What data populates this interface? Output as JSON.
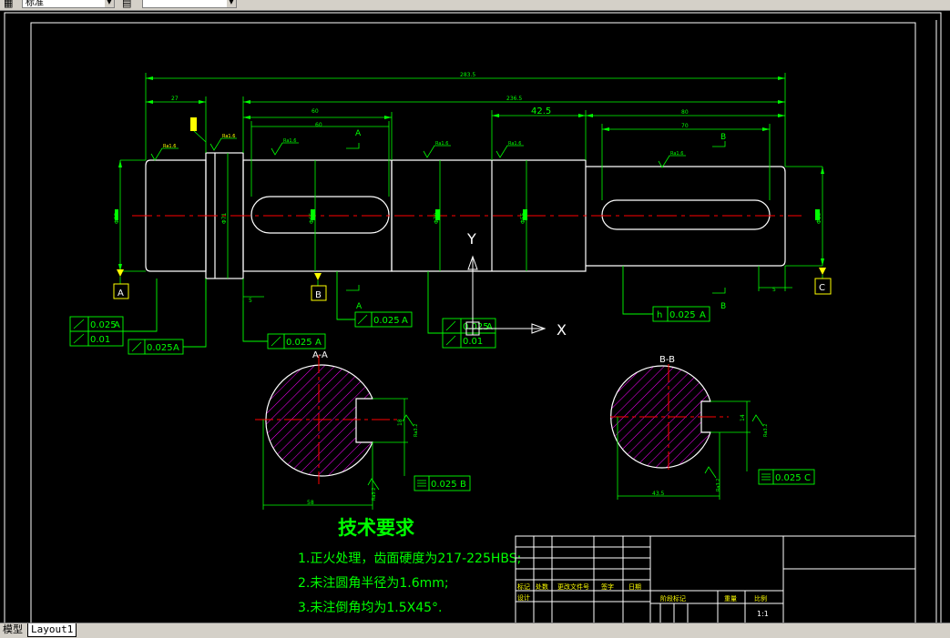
{
  "toolbar": {
    "layer_combo_value": "标准",
    "style_combo_value": ""
  },
  "tabs": [
    {
      "label": "模型"
    },
    {
      "label": "Layout1"
    }
  ],
  "dimensions": {
    "overall_length": "283.5",
    "seg1": "27",
    "right_len": "236.5",
    "left_key_span": "60",
    "left_key_len": "60",
    "right_dist": "42.5",
    "right_span": "80",
    "right_key_len": "70",
    "dia1": "Φ55",
    "dia2": "Φ71",
    "dia3": "Φ65",
    "dia4": "Φ70",
    "dia5": "Φ55",
    "dia6": "Φ50",
    "small_dim": "5",
    "chamfer": "5",
    "sec_a_width": "58",
    "sec_b_width": "43.5",
    "sec_a_depth": "18",
    "sec_b_depth": "14"
  },
  "roughness": {
    "r1": "Ra1.6",
    "r2": "Ra1.6",
    "r3": "Ra1.6",
    "r4": "Ra1.6",
    "r5": "Ra1.6",
    "r6": "Ra1.6",
    "r7": "Ra3.2",
    "r8": "Ra3.2",
    "r9": "Ra3.2",
    "r10": "Ra3.2"
  },
  "datums": {
    "a": "A",
    "b": "B",
    "c": "C"
  },
  "section_labels": {
    "a_top": "A",
    "a_bottom": "A",
    "b_top": "B",
    "b_bottom": "B",
    "aa": "A-A",
    "bb": "B-B"
  },
  "tolerances": {
    "runout_a": "0.025",
    "runout_a_ref": "A",
    "cyl_a": "0.01",
    "runout_left": "0.025",
    "runout_left_ref": "A",
    "runout_mid": "0.025",
    "runout_mid_ref": "A",
    "runout_b": "0.025",
    "runout_b_ref": "A",
    "runout_c": "0.025",
    "runout_c_ref": "A",
    "cyl_c": "0.01",
    "perp_right": "0.025",
    "perp_right_ref": "A",
    "perp_right_sym": "h",
    "sym_a": "0.025",
    "sym_a_ref": "B",
    "sym_b": "0.025",
    "sym_b_ref": "C"
  },
  "ucs": {
    "y_label": "Y",
    "x_label": "X"
  },
  "notes": {
    "title": "技术要求",
    "line1": "1.正火处理，齿面硬度为217-225HBS;",
    "line2": "2.未注圆角半径为1.6mm;",
    "line3": "3.未注倒角均为1.5X45°."
  },
  "title_block": {
    "mark": "标记",
    "count": "处数",
    "doc_no": "更改文件号",
    "sign": "签字",
    "date": "日期",
    "design": "设计",
    "stage_mark": "阶段标记",
    "weight": "重量",
    "scale_label": "比例",
    "scale": "1:1"
  },
  "colors": {
    "line": "#ffffff",
    "dim": "#00ff00",
    "center": "#ff0000",
    "hatch": "#ff00ff",
    "datum_flag": "#ffff00"
  }
}
